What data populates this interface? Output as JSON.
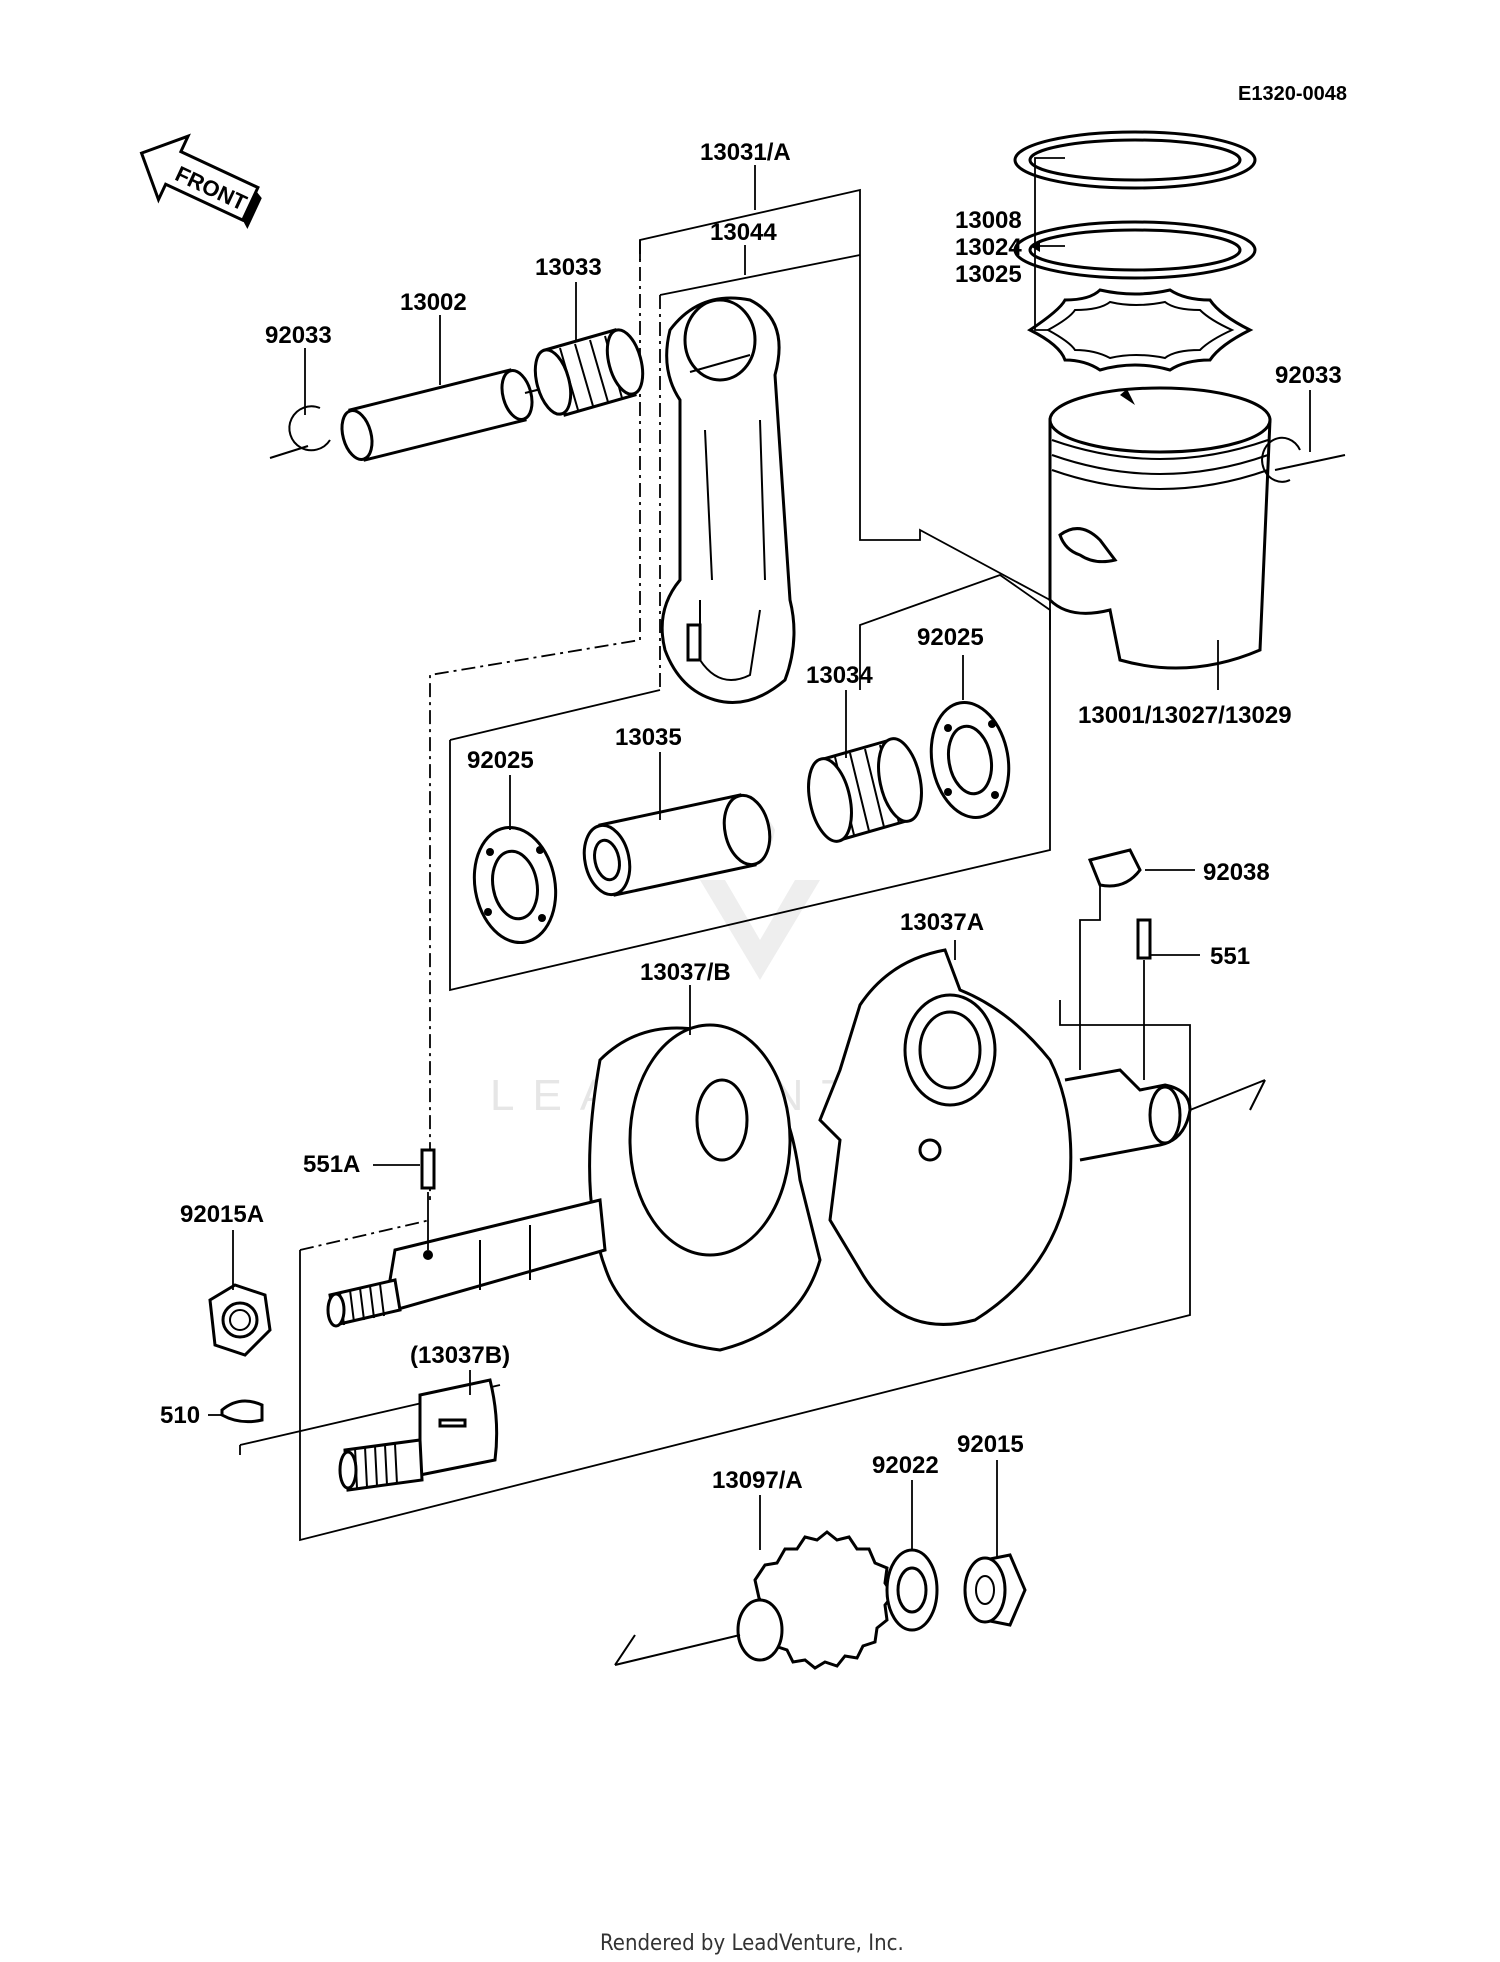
{
  "diagram_code": "E1320-0048",
  "front_label": "FRONT",
  "watermark": "LEADVENTURE",
  "footer": "Rendered by LeadVenture, Inc.",
  "labels": {
    "p13031A": "13031/A",
    "p13044": "13044",
    "p13033": "13033",
    "p13002": "13002",
    "p92033_left": "92033",
    "p13008": "13008",
    "p13024": "13024",
    "p13025": "13025",
    "p92033_right": "92033",
    "p13001": "13001/13027/13029",
    "p92025_right": "92025",
    "p13034": "13034",
    "p92025_left": "92025",
    "p13035": "13035",
    "p92038": "92038",
    "p13037A": "13037A",
    "p551": "551",
    "p13037B": "13037/B",
    "p551A": "551A",
    "p92015A": "92015A",
    "p13037B_alt": "(13037B)",
    "p510": "510",
    "p13097A": "13097/A",
    "p92022": "92022",
    "p92015": "92015"
  }
}
